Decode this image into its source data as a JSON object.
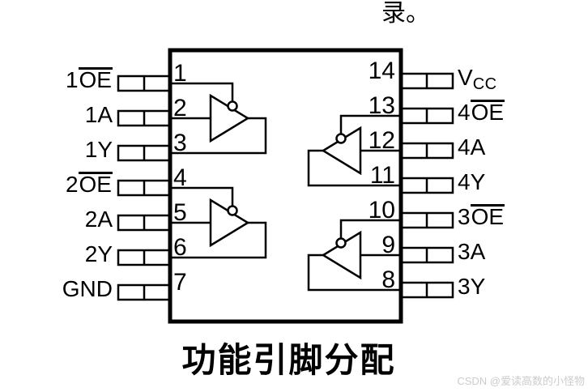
{
  "page": {
    "top_text": "录。",
    "caption": "功能引脚分配",
    "watermark": "CSDN @爱读高数的小怪物",
    "colors": {
      "line": "#000000",
      "background": "#ffffff",
      "watermark": "#cccccc"
    }
  },
  "ic": {
    "type": "14-pin buffer pinout",
    "left_pins": [
      {
        "number": "1",
        "label": "1OE",
        "prefix": "1",
        "overline": "OE",
        "sub": ""
      },
      {
        "number": "2",
        "label": "1A",
        "prefix": "1A",
        "overline": "",
        "sub": ""
      },
      {
        "number": "3",
        "label": "1Y",
        "prefix": "1Y",
        "overline": "",
        "sub": ""
      },
      {
        "number": "4",
        "label": "2OE",
        "prefix": "2",
        "overline": "OE",
        "sub": ""
      },
      {
        "number": "5",
        "label": "2A",
        "prefix": "2A",
        "overline": "",
        "sub": ""
      },
      {
        "number": "6",
        "label": "2Y",
        "prefix": "2Y",
        "overline": "",
        "sub": ""
      },
      {
        "number": "7",
        "label": "GND",
        "prefix": "GND",
        "overline": "",
        "sub": ""
      }
    ],
    "right_pins": [
      {
        "number": "14",
        "label": "VCC",
        "prefix": "V",
        "overline": "",
        "sub": "CC"
      },
      {
        "number": "13",
        "label": "4OE",
        "prefix": "4",
        "overline": "OE",
        "sub": ""
      },
      {
        "number": "12",
        "label": "4A",
        "prefix": "4A",
        "overline": "",
        "sub": ""
      },
      {
        "number": "11",
        "label": "4Y",
        "prefix": "4Y",
        "overline": "",
        "sub": ""
      },
      {
        "number": "10",
        "label": "3OE",
        "prefix": "3",
        "overline": "OE",
        "sub": ""
      },
      {
        "number": "9",
        "label": "3A",
        "prefix": "3A",
        "overline": "",
        "sub": ""
      },
      {
        "number": "8",
        "label": "3Y",
        "prefix": "3Y",
        "overline": "",
        "sub": ""
      }
    ]
  }
}
